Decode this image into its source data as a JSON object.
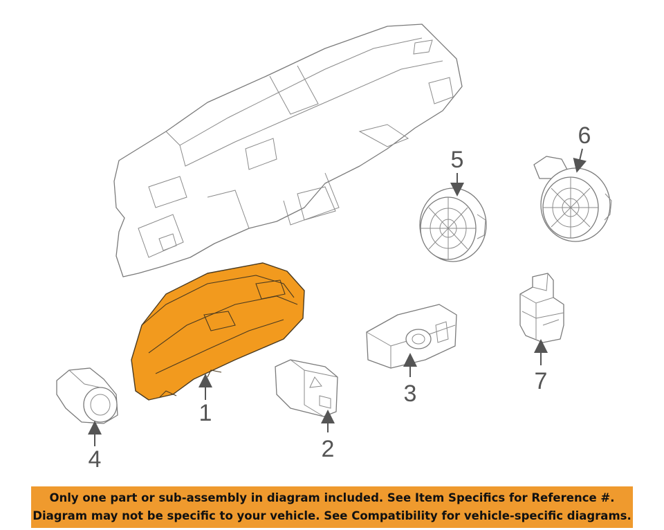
{
  "callouts": {
    "c1": "1",
    "c2": "2",
    "c3": "3",
    "c4": "4",
    "c5": "5",
    "c6": "6",
    "c7": "7"
  },
  "banner": {
    "line1": "Only one part or sub-assembly in diagram included. See Item Specifics for Reference #.",
    "line2": "Diagram may not be specific to your vehicle. See Compatibility for vehicle-specific diagrams."
  },
  "colors": {
    "highlight": "#f29a1e",
    "banner_bg": "#ef9a2e",
    "line_art": "#7a7a7a"
  }
}
